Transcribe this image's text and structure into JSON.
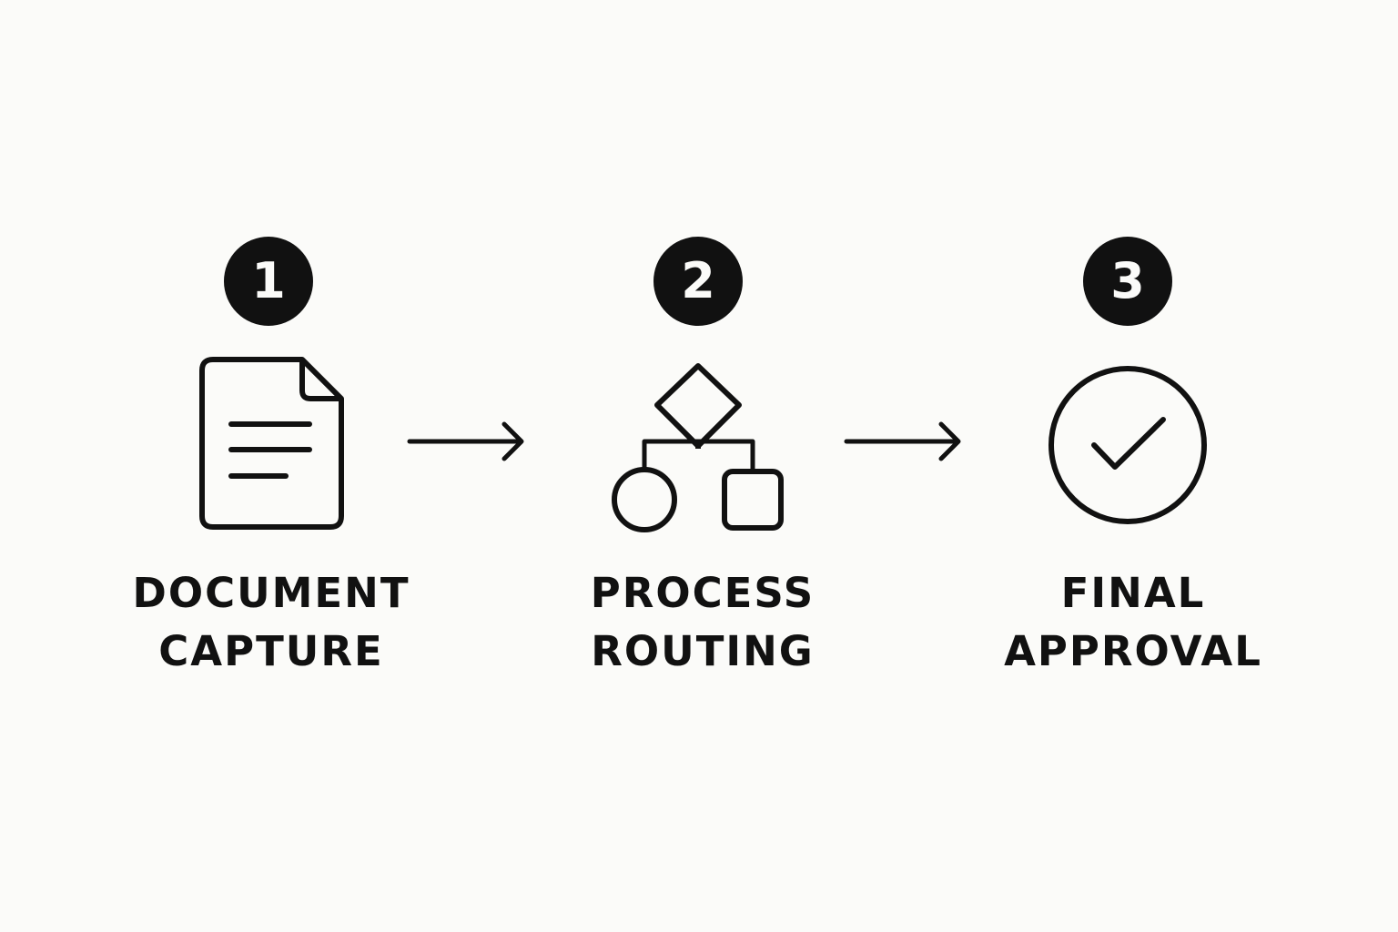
{
  "steps": [
    {
      "number": "1",
      "label_line1": "DOCUMENT",
      "label_line2": "CAPTURE",
      "icon": "document-icon"
    },
    {
      "number": "2",
      "label_line1": "PROCESS",
      "label_line2": "ROUTING",
      "icon": "flowchart-icon"
    },
    {
      "number": "3",
      "label_line1": "FINAL",
      "label_line2": "APPROVAL",
      "icon": "check-circle-icon"
    }
  ],
  "connectors": [
    "arrow-right-icon",
    "arrow-right-icon"
  ],
  "colors": {
    "background": "#fbfbf9",
    "ink": "#111111"
  }
}
